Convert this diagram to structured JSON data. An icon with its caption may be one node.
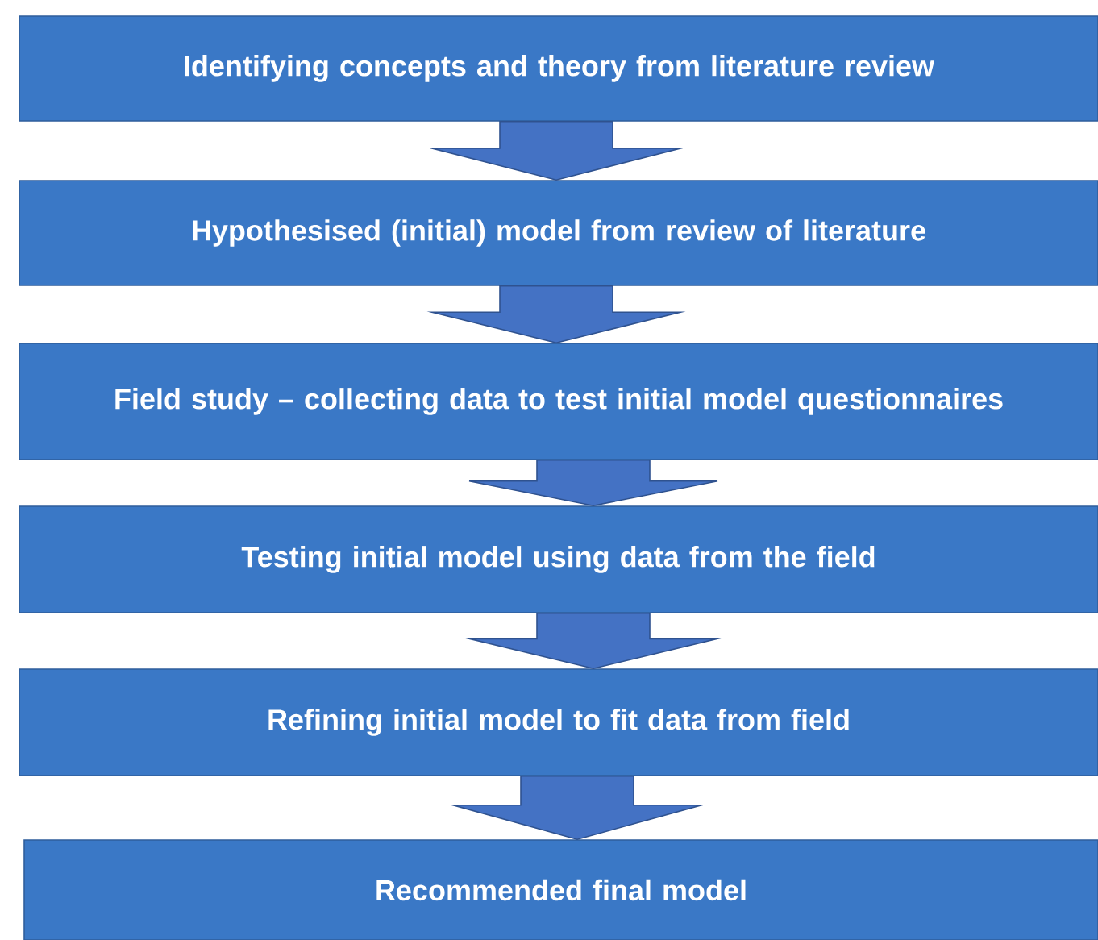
{
  "diagram": {
    "nodes": [
      {
        "text": [
          "Identifying concepts and theory from literature review"
        ]
      },
      {
        "text": [
          "Hypothesised (initial) model from review of literature"
        ]
      },
      {
        "text": [
          "Field study – collecting data to test initial model questionnaires"
        ]
      },
      {
        "text": [
          "Testing initial model using data from the field"
        ]
      },
      {
        "text": [
          "Refining initial model to fit data from field"
        ]
      },
      {
        "text": [
          "Recommended final model"
        ]
      }
    ],
    "edges": [
      {
        "from": 0,
        "to": 1,
        "arrow": "to"
      },
      {
        "from": 1,
        "to": 2,
        "arrow": "to"
      },
      {
        "from": 2,
        "to": 3,
        "arrow": "to"
      },
      {
        "from": 3,
        "to": 4,
        "arrow": "to"
      },
      {
        "from": 4,
        "to": 5,
        "arrow": "to"
      }
    ]
  }
}
